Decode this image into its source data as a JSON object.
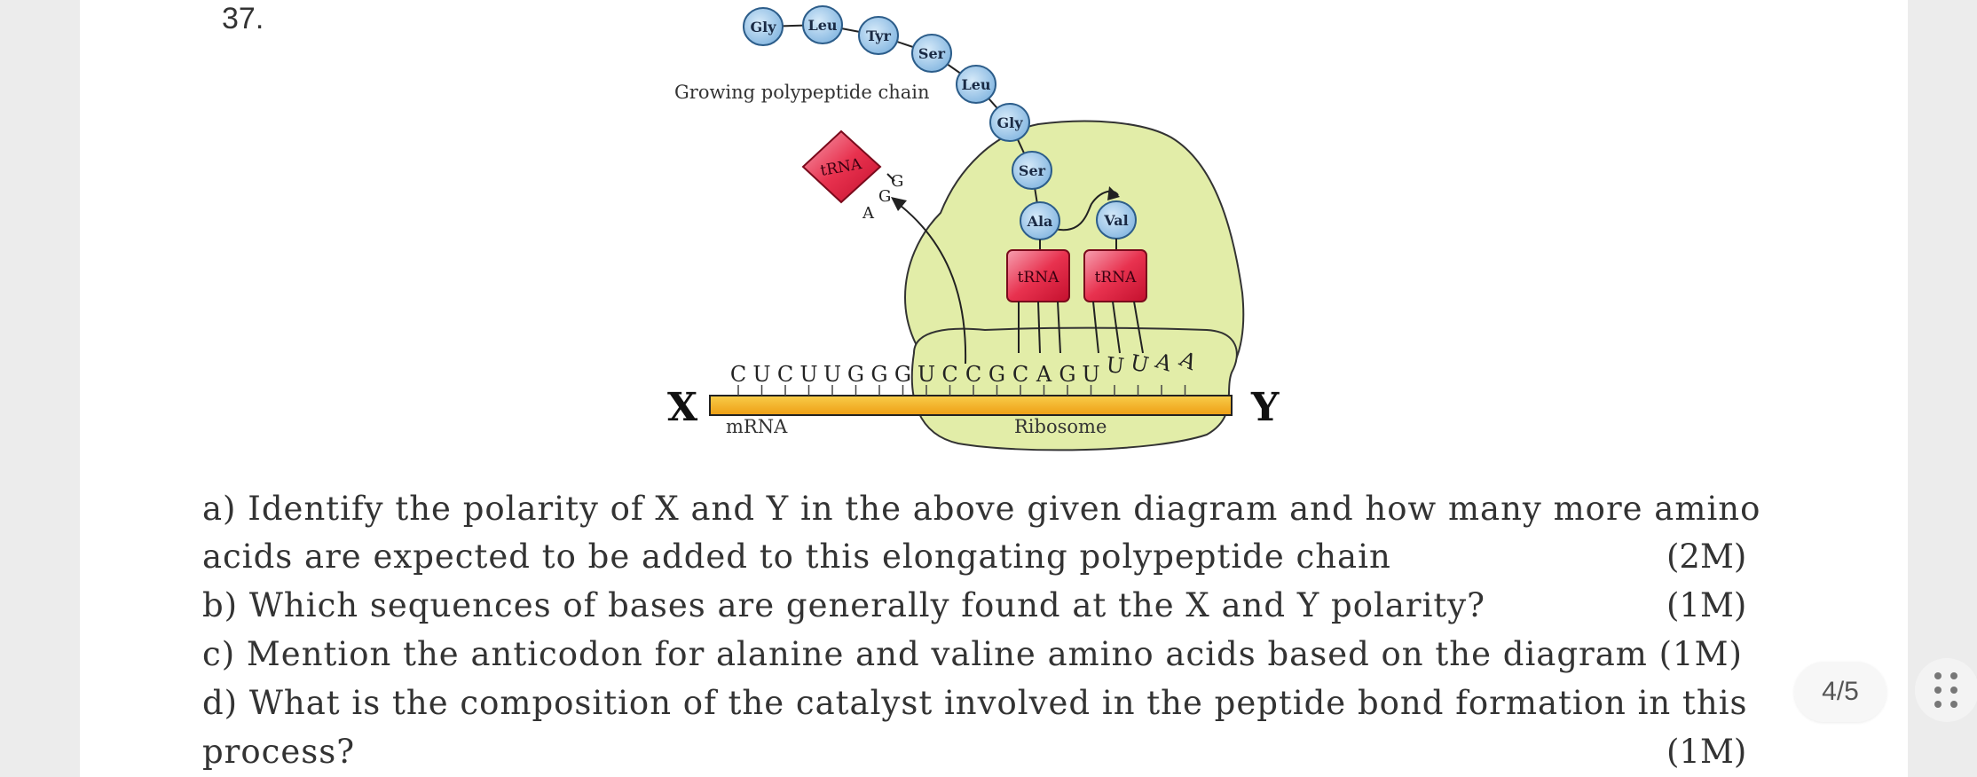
{
  "question_number": "37.",
  "diagram": {
    "polypeptide_label": "Growing polypeptide chain",
    "chain_amino_acids": [
      "Gly",
      "Leu",
      "Tyr",
      "Ser",
      "Leu",
      "Gly",
      "Ser",
      "Ala"
    ],
    "incoming_amino_acid": "Val",
    "free_trna_label": "tRNA",
    "free_trna_letters": [
      "G",
      "G",
      "A"
    ],
    "trna_labels": [
      "tRNA",
      "tRNA"
    ],
    "mrna_sequence": "CUCUUGGGUCCGCAGUUUAA",
    "left_end": "X",
    "right_end": "Y",
    "mrna_label": "mRNA",
    "ribosome_label": "Ribosome",
    "colors": {
      "amino_acid": "#8fbfe6",
      "ribosome": "#e2eda8",
      "trna": "#e8324f",
      "mrna_strand": "#f5b722"
    }
  },
  "questions": [
    {
      "line1": "a) Identify the polarity of X and Y in the above given diagram and how many more amino",
      "line2": "acids are expected to be added to this elongating polypeptide chain",
      "marks": "(2M)"
    },
    {
      "line1": "b) Which sequences of bases are generally found at the X and Y polarity?",
      "marks": "(1M)"
    },
    {
      "line1": "c) Mention the anticodon for alanine and valine amino acids based on the diagram (1M)"
    },
    {
      "line1": "d) What is the composition of the catalyst involved in the peptide bond formation in this",
      "line2": "process?",
      "marks": "(1M)"
    }
  ],
  "page_indicator": "4/5"
}
